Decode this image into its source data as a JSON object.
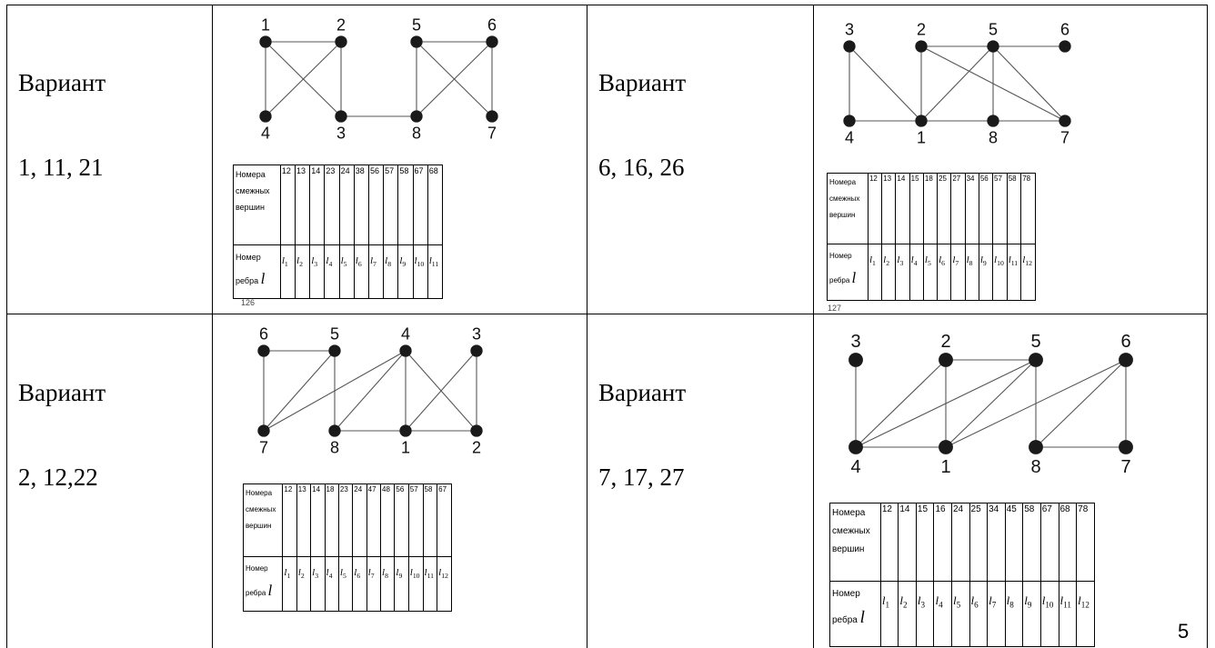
{
  "page_number": "5",
  "cells": [
    {
      "label_line1": "Вариант",
      "label_line2": "1, 11, 21",
      "vertices": [
        {
          "id": "1",
          "x": 0,
          "y": 0
        },
        {
          "id": "2",
          "x": 1,
          "y": 0
        },
        {
          "id": "5",
          "x": 2,
          "y": 0
        },
        {
          "id": "6",
          "x": 3,
          "y": 0
        },
        {
          "id": "4",
          "x": 0,
          "y": 1
        },
        {
          "id": "3",
          "x": 1,
          "y": 1
        },
        {
          "id": "8",
          "x": 2,
          "y": 1
        },
        {
          "id": "7",
          "x": 3,
          "y": 1
        }
      ],
      "edges": [
        [
          "1",
          "2"
        ],
        [
          "1",
          "3"
        ],
        [
          "1",
          "4"
        ],
        [
          "2",
          "3"
        ],
        [
          "2",
          "4"
        ],
        [
          "3",
          "8"
        ],
        [
          "5",
          "6"
        ],
        [
          "5",
          "7"
        ],
        [
          "5",
          "8"
        ],
        [
          "6",
          "7"
        ],
        [
          "6",
          "8"
        ]
      ],
      "table": {
        "row1_label": [
          "Номера",
          "смежных",
          "вершин"
        ],
        "row2_label": [
          "Номер",
          "ребра"
        ],
        "row2_symbol": "l",
        "pairs": [
          "12",
          "13",
          "14",
          "23",
          "24",
          "38",
          "56",
          "57",
          "58",
          "67",
          "68"
        ],
        "edge_numbers": [
          "1",
          "2",
          "3",
          "4",
          "5",
          "6",
          "7",
          "8",
          "9",
          "10",
          "11"
        ]
      },
      "cutoff_text": "126"
    },
    {
      "label_line1": "Вариант",
      "label_line2": "6, 16, 26",
      "vertices": [
        {
          "id": "3",
          "x": 0,
          "y": 0
        },
        {
          "id": "2",
          "x": 1,
          "y": 0
        },
        {
          "id": "5",
          "x": 2,
          "y": 0
        },
        {
          "id": "6",
          "x": 3,
          "y": 0
        },
        {
          "id": "4",
          "x": 0,
          "y": 1
        },
        {
          "id": "1",
          "x": 1,
          "y": 1
        },
        {
          "id": "8",
          "x": 2,
          "y": 1
        },
        {
          "id": "7",
          "x": 3,
          "y": 1
        }
      ],
      "edges": [
        [
          "1",
          "2"
        ],
        [
          "1",
          "3"
        ],
        [
          "1",
          "4"
        ],
        [
          "1",
          "5"
        ],
        [
          "1",
          "8"
        ],
        [
          "2",
          "5"
        ],
        [
          "2",
          "7"
        ],
        [
          "3",
          "4"
        ],
        [
          "5",
          "6"
        ],
        [
          "5",
          "7"
        ],
        [
          "5",
          "8"
        ],
        [
          "7",
          "8"
        ]
      ],
      "table": {
        "row1_label": [
          "Номера",
          "смежных",
          "вершин"
        ],
        "row2_label": [
          "Номер",
          "ребра"
        ],
        "row2_symbol": "l",
        "pairs": [
          "12",
          "13",
          "14",
          "15",
          "18",
          "25",
          "27",
          "34",
          "56",
          "57",
          "58",
          "78"
        ],
        "edge_numbers": [
          "1",
          "2",
          "3",
          "4",
          "5",
          "6",
          "7",
          "8",
          "9",
          "10",
          "11",
          "12"
        ]
      },
      "cutoff_text": "127"
    },
    {
      "label_line1": "Вариант",
      "label_line2": "2, 12,22",
      "vertices": [
        {
          "id": "6",
          "x": 0,
          "y": 0
        },
        {
          "id": "5",
          "x": 1,
          "y": 0
        },
        {
          "id": "4",
          "x": 2,
          "y": 0
        },
        {
          "id": "3",
          "x": 3,
          "y": 0
        },
        {
          "id": "7",
          "x": 0,
          "y": 1
        },
        {
          "id": "8",
          "x": 1,
          "y": 1
        },
        {
          "id": "1",
          "x": 2,
          "y": 1
        },
        {
          "id": "2",
          "x": 3,
          "y": 1
        }
      ],
      "edges": [
        [
          "1",
          "2"
        ],
        [
          "1",
          "3"
        ],
        [
          "1",
          "4"
        ],
        [
          "1",
          "8"
        ],
        [
          "2",
          "3"
        ],
        [
          "2",
          "4"
        ],
        [
          "4",
          "7"
        ],
        [
          "4",
          "8"
        ],
        [
          "5",
          "6"
        ],
        [
          "5",
          "7"
        ],
        [
          "5",
          "8"
        ],
        [
          "6",
          "7"
        ]
      ],
      "table": {
        "row1_label": [
          "Номера",
          "смежных",
          "вершин"
        ],
        "row2_label": [
          "Номер",
          "ребра"
        ],
        "row2_symbol": "l",
        "pairs": [
          "12",
          "13",
          "14",
          "18",
          "23",
          "24",
          "47",
          "48",
          "56",
          "57",
          "58",
          "67"
        ],
        "edge_numbers": [
          "1",
          "2",
          "3",
          "4",
          "5",
          "6",
          "7",
          "8",
          "9",
          "10",
          "11",
          "12"
        ]
      }
    },
    {
      "label_line1": "Вариант",
      "label_line2": "7, 17, 27",
      "vertices": [
        {
          "id": "3",
          "x": 0,
          "y": 0
        },
        {
          "id": "2",
          "x": 1,
          "y": 0
        },
        {
          "id": "5",
          "x": 2,
          "y": 0
        },
        {
          "id": "6",
          "x": 3,
          "y": 0
        },
        {
          "id": "4",
          "x": 0,
          "y": 1
        },
        {
          "id": "1",
          "x": 1,
          "y": 1
        },
        {
          "id": "8",
          "x": 2,
          "y": 1
        },
        {
          "id": "7",
          "x": 3,
          "y": 1
        }
      ],
      "edges": [
        [
          "1",
          "2"
        ],
        [
          "1",
          "4"
        ],
        [
          "1",
          "5"
        ],
        [
          "1",
          "6"
        ],
        [
          "2",
          "4"
        ],
        [
          "2",
          "5"
        ],
        [
          "3",
          "4"
        ],
        [
          "4",
          "5"
        ],
        [
          "5",
          "8"
        ],
        [
          "6",
          "7"
        ],
        [
          "6",
          "8"
        ],
        [
          "7",
          "8"
        ]
      ],
      "table": {
        "row1_label": [
          "Номера",
          "смежных",
          "вершин"
        ],
        "row2_label": [
          "Номер",
          "ребра"
        ],
        "row2_symbol": "l",
        "pairs": [
          "12",
          "14",
          "15",
          "16",
          "24",
          "25",
          "34",
          "45",
          "58",
          "67",
          "68",
          "78"
        ],
        "edge_numbers": [
          "1",
          "2",
          "3",
          "4",
          "5",
          "6",
          "7",
          "8",
          "9",
          "10",
          "11",
          "12"
        ]
      }
    }
  ]
}
